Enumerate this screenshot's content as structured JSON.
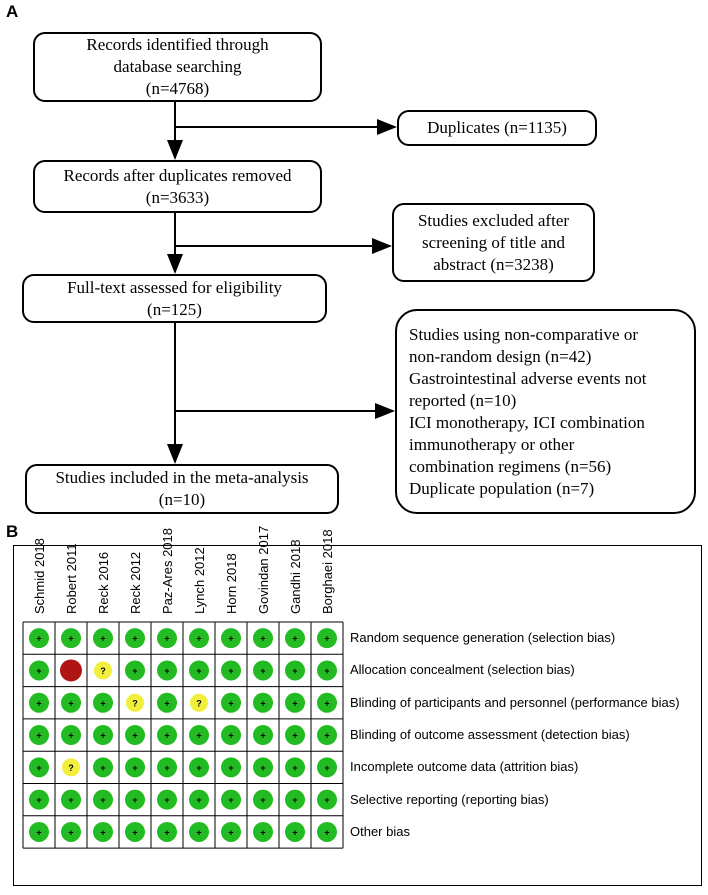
{
  "panels": {
    "a_label": "A",
    "b_label": "B"
  },
  "flow": {
    "identified": [
      "Records identified through",
      "database searching",
      "(n=4768)"
    ],
    "duplicates": [
      "Duplicates (n=1135)"
    ],
    "after_dup": [
      "Records after duplicates removed",
      "(n=3633)"
    ],
    "excluded_title": [
      "Studies excluded after",
      "screening of title and",
      "abstract (n=3238)"
    ],
    "fulltext": [
      "Full-text assessed for eligibility",
      "(n=125)"
    ],
    "excluded_full": [
      "Studies using non-comparative or",
      "non-random design (n=42)",
      "Gastrointestinal adverse events not",
      "reported (n=10)",
      "ICI monotherapy, ICI combination",
      "immunotherapy or other",
      "combination regimens (n=56)",
      "Duplicate population (n=7)"
    ],
    "included": [
      "Studies included in the meta-analysis",
      "(n=10)"
    ]
  },
  "risk_of_bias": {
    "studies": [
      "Schmid 2018",
      "Robert 2011",
      "Reck 2016",
      "Reck 2012",
      "Paz-Ares 2018",
      "Lynch 2012",
      "Horn 2018",
      "Govindan 2017",
      "Gandhi 2018",
      "Borghaei 2018"
    ],
    "domains": [
      "Random sequence generation (selection bias)",
      "Allocation concealment (selection bias)",
      "Blinding of participants and personnel (performance bias)",
      "Blinding of outcome assessment (detection bias)",
      "Incomplete outcome data (attrition bias)",
      "Selective reporting (reporting bias)",
      "Other bias"
    ],
    "judgements": [
      [
        "+",
        "+",
        "+",
        "+",
        "+",
        "+",
        "+",
        "+",
        "+",
        "+"
      ],
      [
        "+",
        "-",
        "?",
        "+",
        "+",
        "+",
        "+",
        "+",
        "+",
        "+"
      ],
      [
        "+",
        "+",
        "+",
        "?",
        "+",
        "?",
        "+",
        "+",
        "+",
        "+"
      ],
      [
        "+",
        "+",
        "+",
        "+",
        "+",
        "+",
        "+",
        "+",
        "+",
        "+"
      ],
      [
        "+",
        "?",
        "+",
        "+",
        "+",
        "+",
        "+",
        "+",
        "+",
        "+"
      ],
      [
        "+",
        "+",
        "+",
        "+",
        "+",
        "+",
        "+",
        "+",
        "+",
        "+"
      ],
      [
        "+",
        "+",
        "+",
        "+",
        "+",
        "+",
        "+",
        "+",
        "+",
        "+"
      ]
    ],
    "colors": {
      "low": "#22bb22",
      "unclear": "#f2ee3c",
      "high": "#b01515"
    }
  }
}
